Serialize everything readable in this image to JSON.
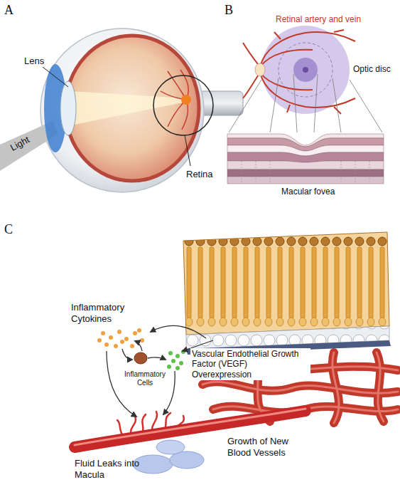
{
  "diagram": {
    "labels": [
      "A",
      "Lens",
      "Light",
      "Retina",
      "B",
      "Retinal artery and vein",
      "Optic disc",
      "Macular fovea",
      "C",
      "Inflammatory Cytokines",
      "Inflammatory Cells",
      "Vascular Endothelial Growth Factor (VEGF) Overexpression",
      "Growth of New Blood Vessels",
      "Fluid Leaks into Macula"
    ]
  }
}
